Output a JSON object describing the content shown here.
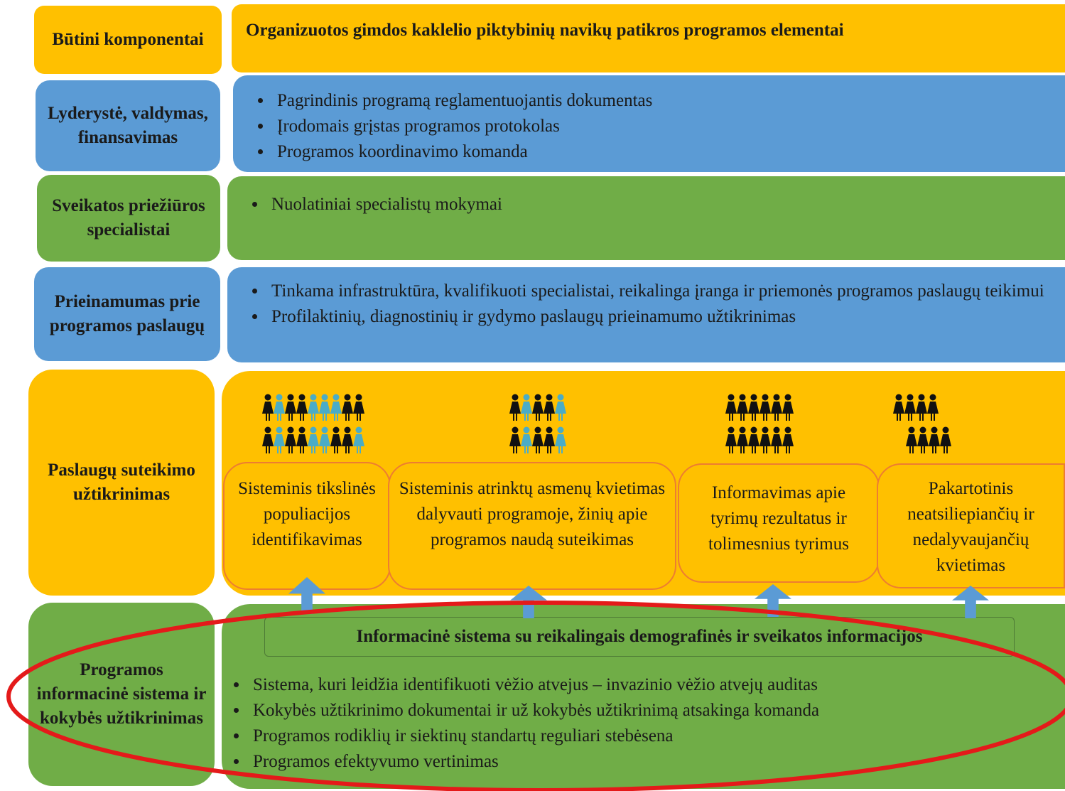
{
  "header": {
    "left_label": "Būtini komponentai",
    "title": "Organizuotos gimdos kaklelio piktybinių navikų patikros programos elementai"
  },
  "rows": [
    {
      "label": "Lyderystė, valdymas, finansavimas",
      "items": [
        "Pagrindinis programą reglamentuojantis  dokumentas",
        "Įrodomais grįstas programos protokolas",
        "Programos koordinavimo komanda"
      ]
    },
    {
      "label": "Sveikatos priežiūros specialistai",
      "items": [
        "Nuolatiniai specialistų mokymai"
      ]
    },
    {
      "label": "Prieinamumas prie programos paslaugų",
      "items": [
        "Tinkama infrastruktūra,  kvalifikuoti specialistai, reikalinga įranga ir priemonės programos paslaugų teikimui",
        "Profilaktinių, diagnostinių ir gydymo paslaugų prieinamumo užtikrinimas"
      ]
    }
  ],
  "services": {
    "label": "Paslaugų suteikimo užtikrinimas",
    "steps": [
      "Sisteminis tikslinės populiacijos identifikavimas",
      "Sisteminis  atrinktų asmenų kvietimas dalyvauti programoje,  žinių apie programos naudą  suteikimas",
      "Informavimas  apie tyrimų rezultatus ir tolimesnius tyrimus",
      "Pakartotinis neatsiliepiančių ir nedalyvaujančių kvietimas"
    ]
  },
  "quality": {
    "label": "Programos informacinė sistema ir kokybės užtikrinimas",
    "bar_title": "Informacinė sistema su reikalingais demografinės ir sveikatos informacijos",
    "items": [
      "Sistema, kuri leidžia identifikuoti vėžio atvejus – invazinio vėžio atvejų auditas",
      "Kokybės užtikrinimo dokumentai ir už kokybės užtikrinimą atsakinga komanda",
      "Programos rodiklių  ir siektinų standartų reguliari stebėsena",
      "Programos efektyvumo vertinimas"
    ]
  },
  "colors": {
    "orange": "#ffc000",
    "blue": "#5b9bd5",
    "green": "#70ad47",
    "step_border": "#ed7d31",
    "highlight_ellipse": "#e41a1a",
    "person_dark": "#111111",
    "person_light": "#4bacc6"
  },
  "icons": [
    "woman-figure-icon",
    "up-arrow-icon",
    "bullet-icon"
  ]
}
